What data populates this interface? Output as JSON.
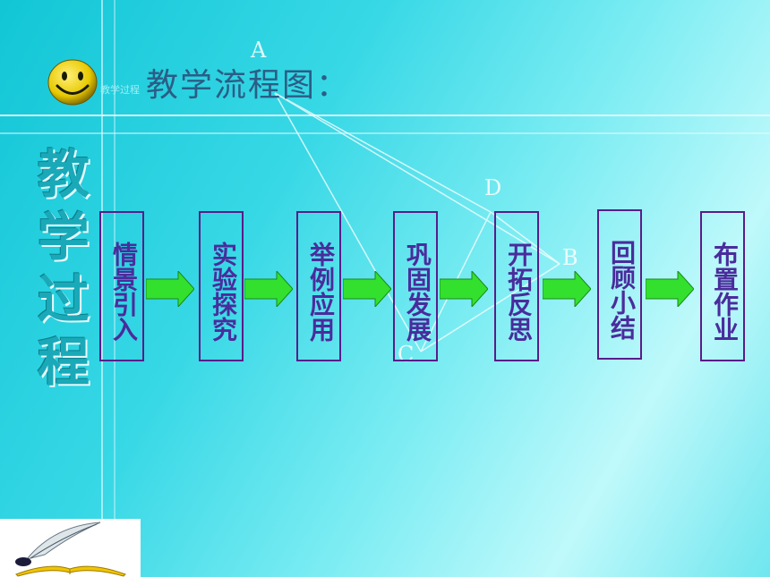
{
  "header": {
    "title": "教学流程图：",
    "small_caption": "教学过程",
    "smiley_icon": "smiley-face-icon"
  },
  "vertical_heading": "教学过程",
  "steps": [
    {
      "label": "情景引入"
    },
    {
      "label": "实验探究"
    },
    {
      "label": "举例应用"
    },
    {
      "label": "巩固发展"
    },
    {
      "label": "开拓反思"
    },
    {
      "label": "回顾小结"
    },
    {
      "label": "布置作业"
    }
  ],
  "geometry_labels": {
    "a": "A",
    "b": "B",
    "c": "C",
    "d": "D"
  },
  "colors": {
    "step_border": "#5a1c8a",
    "step_text": "#4a2c9c",
    "arrow_fill": "#33e02e",
    "title_text": "#2b5d86"
  },
  "footer": {
    "decoration_icon": "quill-and-book-icon"
  }
}
